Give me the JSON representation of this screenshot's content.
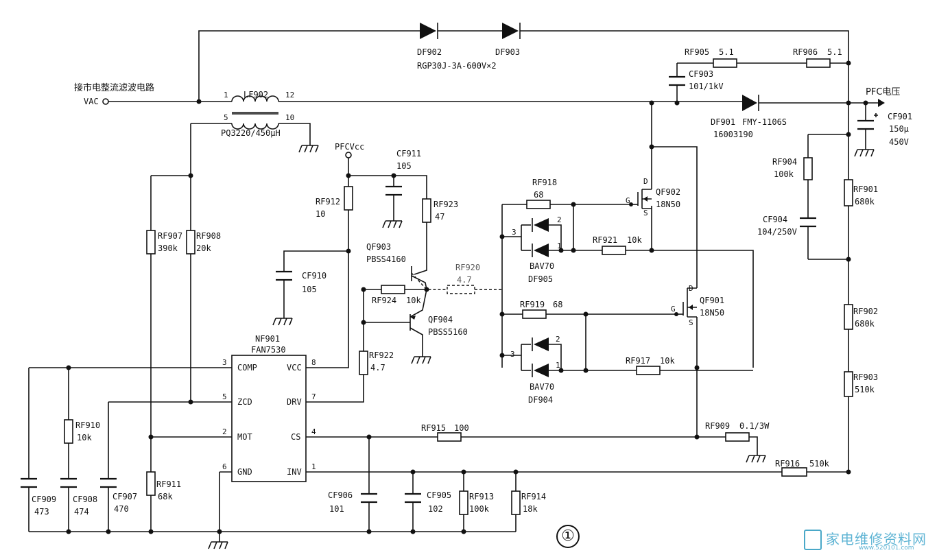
{
  "labels": {
    "input_title": "接市电整流滤波电路",
    "vac": "VAC",
    "pfc_out": "PFC电压",
    "pfcvcc": "PFCVcc",
    "figure_marker": "①"
  },
  "components": {
    "DF902": {
      "ref": "DF902"
    },
    "DF903": {
      "ref": "DF903"
    },
    "DF902_DF903_part": "RGP30J-3A-600V×2",
    "LF902": {
      "ref": "LF902",
      "pin1": "1",
      "pin12": "12",
      "pin5": "5",
      "pin10": "10",
      "value": "PQ3220/450μH"
    },
    "RF905": {
      "ref": "RF905",
      "value": "5.1"
    },
    "RF906": {
      "ref": "RF906",
      "value": "5.1"
    },
    "CF903": {
      "ref": "CF903",
      "value": "101/1kV"
    },
    "DF901": {
      "ref": "DF901",
      "value": "FMY-1106S",
      "code": "16003190"
    },
    "CF901": {
      "ref": "CF901",
      "value": "150μ",
      "voltage": "450V"
    },
    "RF904": {
      "ref": "RF904",
      "value": "100k"
    },
    "RF901": {
      "ref": "RF901",
      "value": "680k"
    },
    "CF904": {
      "ref": "CF904",
      "value": "104/250V"
    },
    "RF902": {
      "ref": "RF902",
      "value": "680k"
    },
    "RF903": {
      "ref": "RF903",
      "value": "510k"
    },
    "RF916": {
      "ref": "RF916",
      "value": "510k"
    },
    "RF909": {
      "ref": "RF909",
      "value": "0.1/3W"
    },
    "RF915": {
      "ref": "RF915",
      "value": "100"
    },
    "RF917": {
      "ref": "RF917",
      "value": "10k"
    },
    "RF921": {
      "ref": "RF921",
      "value": "10k"
    },
    "RF918": {
      "ref": "RF918",
      "value": "68"
    },
    "RF919": {
      "ref": "RF919",
      "value": "68"
    },
    "RF920": {
      "ref": "RF920",
      "value": "4.7"
    },
    "QF902": {
      "ref": "QF902",
      "value": "18N50",
      "g": "G",
      "d": "D",
      "s": "S"
    },
    "QF901": {
      "ref": "QF901",
      "value": "18N50",
      "g": "G",
      "d": "D",
      "s": "S"
    },
    "DF905": {
      "ref": "DF905",
      "value": "BAV70",
      "p1": "1",
      "p2": "2",
      "p3": "3"
    },
    "DF904": {
      "ref": "DF904",
      "value": "BAV70",
      "p1": "1",
      "p2": "2",
      "p3": "3"
    },
    "CF911": {
      "ref": "CF911",
      "value": "105"
    },
    "RF912": {
      "ref": "RF912",
      "value": "10"
    },
    "RF923": {
      "ref": "RF923",
      "value": "47"
    },
    "QF903": {
      "ref": "QF903",
      "value": "PBSS4160"
    },
    "QF904": {
      "ref": "QF904",
      "value": "PBSS5160"
    },
    "RF924": {
      "ref": "RF924",
      "value": "10k"
    },
    "RF922": {
      "ref": "RF922",
      "value": "4.7"
    },
    "CF910": {
      "ref": "CF910",
      "value": "105"
    },
    "RF907": {
      "ref": "RF907",
      "value": "390k"
    },
    "RF908": {
      "ref": "RF908",
      "value": "20k"
    },
    "RF910": {
      "ref": "RF910",
      "value": "10k"
    },
    "RF911": {
      "ref": "RF911",
      "value": "68k"
    },
    "RF913": {
      "ref": "RF913",
      "value": "100k"
    },
    "RF914": {
      "ref": "RF914",
      "value": "18k"
    },
    "CF909": {
      "ref": "CF909",
      "value": "473"
    },
    "CF908": {
      "ref": "CF908",
      "value": "474"
    },
    "CF907": {
      "ref": "CF907",
      "value": "470"
    },
    "CF906": {
      "ref": "CF906",
      "value": "101"
    },
    "CF905": {
      "ref": "CF905",
      "value": "102"
    }
  },
  "ic": {
    "ref": "NF901",
    "part": "FAN7530",
    "pins": {
      "comp": {
        "num": "3",
        "name": "COMP"
      },
      "zcd": {
        "num": "5",
        "name": "ZCD"
      },
      "mot": {
        "num": "2",
        "name": "MOT"
      },
      "gnd": {
        "num": "6",
        "name": "GND"
      },
      "vcc": {
        "num": "8",
        "name": "VCC"
      },
      "drv": {
        "num": "7",
        "name": "DRV"
      },
      "cs": {
        "num": "4",
        "name": "CS"
      },
      "inv": {
        "num": "1",
        "name": "INV"
      }
    }
  },
  "watermark": {
    "text": "家电维修资料网",
    "sub": "www.520101.com"
  }
}
